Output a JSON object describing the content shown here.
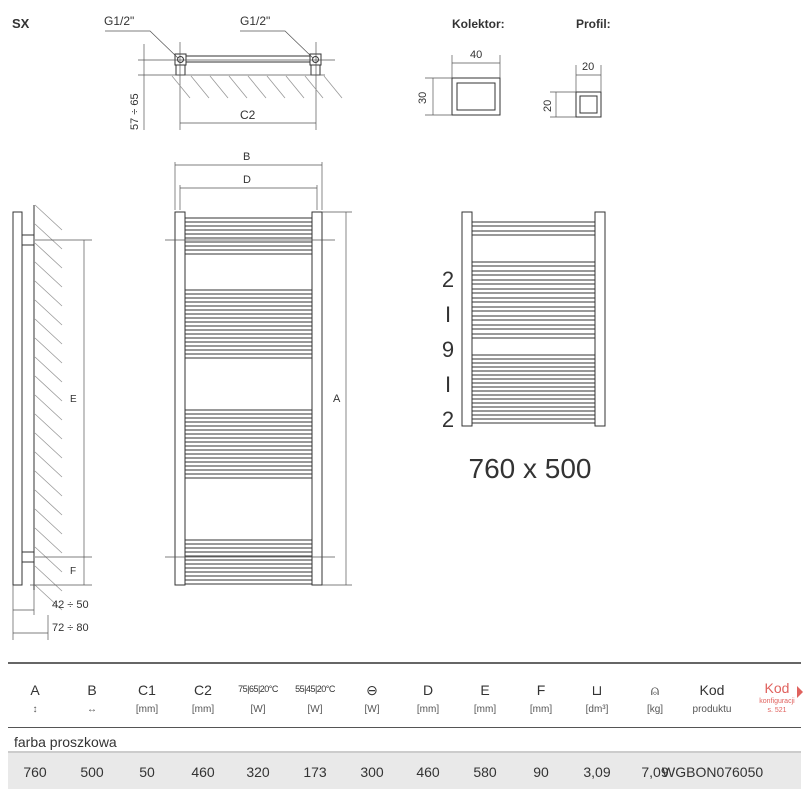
{
  "model": "SX",
  "drawing": {
    "thread_left": "G1/2\"",
    "thread_right": "G1/2\"",
    "wall_offset": "57 ÷ 65",
    "c2": "C2",
    "kolektor_title": "Kolektor:",
    "kolektor_w": "40",
    "kolektor_h": "30",
    "profil_title": "Profil:",
    "profil_w": "20",
    "profil_h": "20",
    "dim_b": "B",
    "dim_d": "D",
    "dim_a": "A",
    "dim_e": "E",
    "dim_f": "F",
    "side_42": "42 ÷ 50",
    "side_72": "72 ÷ 80",
    "layout_digits": [
      "2",
      "I",
      "9",
      "I",
      "2"
    ],
    "size_label": "760 x 500"
  },
  "table": {
    "headers": [
      {
        "t": "A",
        "u": "↕"
      },
      {
        "t": "B",
        "u": "↔"
      },
      {
        "t": "C1",
        "u": "[mm]"
      },
      {
        "t": "C2",
        "u": "[mm]"
      },
      {
        "t": "75|65|20°C",
        "u": "[W]"
      },
      {
        "t": "55|45|20°C",
        "u": "[W]"
      },
      {
        "t": "⊖",
        "u": "[W]"
      },
      {
        "t": "D",
        "u": "[mm]"
      },
      {
        "t": "E",
        "u": "[mm]"
      },
      {
        "t": "F",
        "u": "[mm]"
      },
      {
        "t": "⊔",
        "u": "[dm³]"
      },
      {
        "t": "⍝",
        "u": "[kg]"
      },
      {
        "t": "Kod",
        "u": "produktu"
      }
    ],
    "config": {
      "t": "Kod",
      "u1": "konfiguracji",
      "u2": "s. 521",
      "color": "#e0625e"
    },
    "section": "farba proszkowa",
    "row": [
      "760",
      "500",
      "50",
      "460",
      "320",
      "173",
      "300",
      "460",
      "580",
      "90",
      "3,09",
      "7,09",
      "WGBON076050"
    ]
  }
}
